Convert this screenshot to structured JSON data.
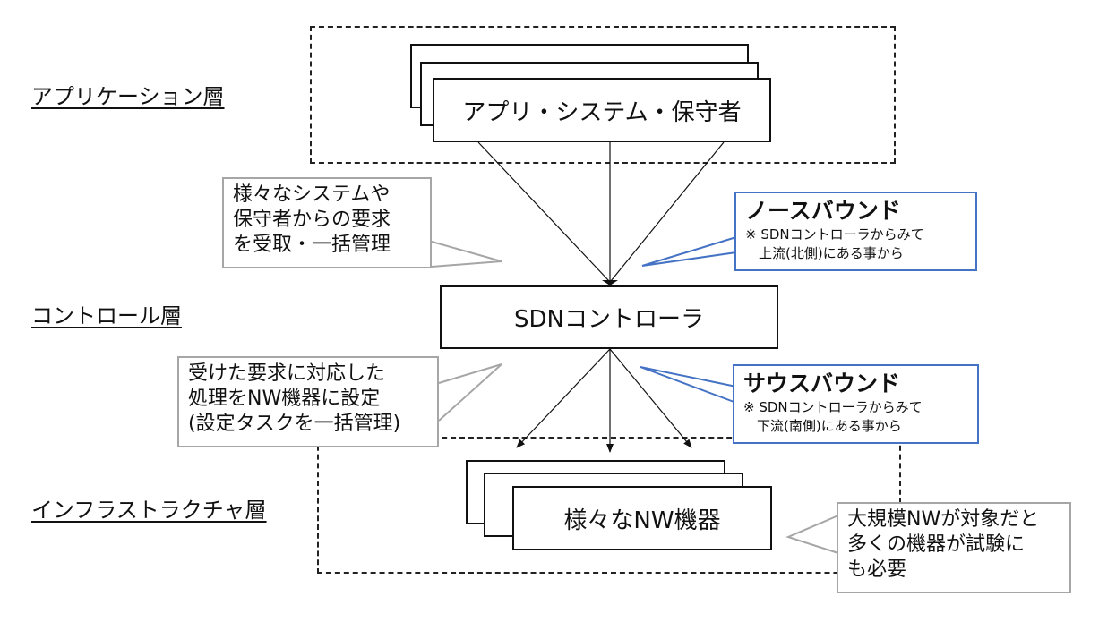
{
  "layers": {
    "application": "アプリケーション層",
    "control": "コントロール層",
    "infrastructure": "インフラストラクチャ層"
  },
  "boxes": {
    "apps": "アプリ・システム・保守者",
    "controller": "SDNコントローラ",
    "devices": "様々なNW機器"
  },
  "callouts": {
    "receive": "様々なシステムや\n保守者からの要求\nを受取・一括管理",
    "configure": "受けた要求に対応した\n処理をNW機器に設定\n(設定タスクを一括管理)",
    "scale": "大規模NWが対象だと\n多くの機器が試験に\nも必要"
  },
  "northbound": {
    "title": "ノースバウンド",
    "note": "※ SDNコントローラからみて\n　上流(北側)にある事から"
  },
  "southbound": {
    "title": "サウスバウンド",
    "note": "※ SDNコントローラからみて\n　下流(南側)にある事から"
  },
  "colors": {
    "line": "#111111",
    "callout_border": "#a6a6a6",
    "bound_border": "#4472c4"
  }
}
